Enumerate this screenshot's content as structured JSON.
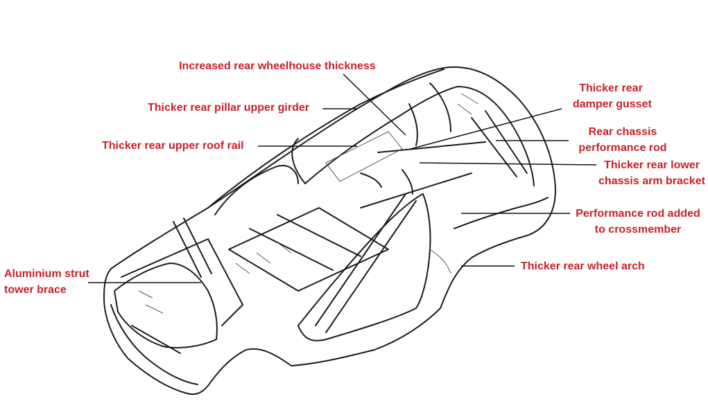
{
  "labels": {
    "wheelhouse": "Increased rear wheelhouse thickness",
    "pillar_girder": "Thicker rear pillar upper girder",
    "roof_rail": "Thicker rear upper roof rail",
    "damper_gusset": [
      "Thicker rear",
      "damper gusset"
    ],
    "rear_chassis_rod": [
      "Rear chassis",
      "performance rod"
    ],
    "lower_arm_bracket": [
      "Thicker rear lower",
      "chassis arm bracket"
    ],
    "crossmember_rod": [
      "Performance rod added",
      "to crossmember"
    ],
    "wheel_arch": "Thicker rear wheel arch",
    "strut_brace": [
      "Aluminium strut",
      "tower brace"
    ]
  },
  "colors": {
    "label": "#c8202a",
    "line": "#111111"
  }
}
